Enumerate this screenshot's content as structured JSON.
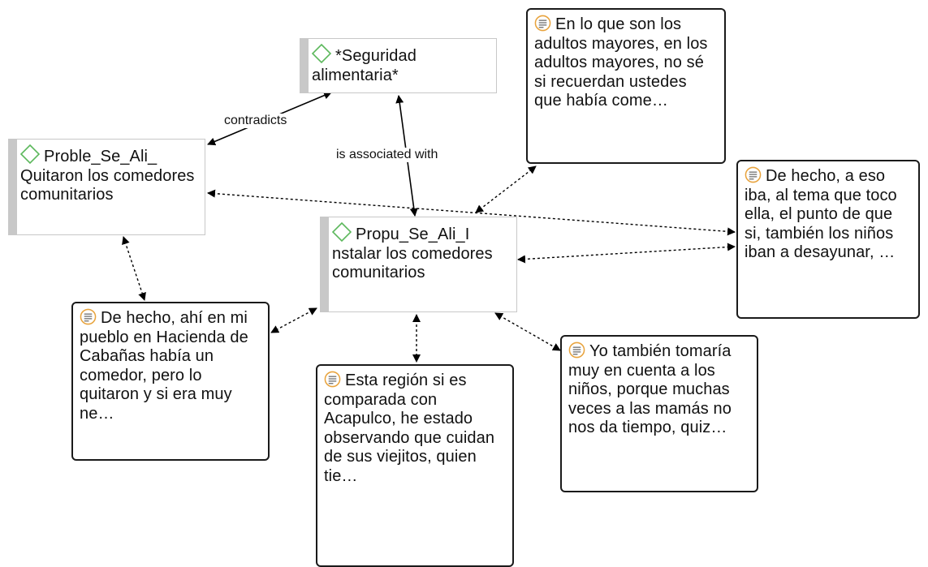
{
  "codes": {
    "seguridad": {
      "label": "*Seguridad alimentaria*",
      "icon": "code-diamond-icon"
    },
    "proble": {
      "label": "Proble_Se_Ali_ Quitaron los comedores comunitarios",
      "icon": "code-diamond-icon"
    },
    "propu": {
      "label": "Propu_Se_Ali_I nstalar los comedores comunitarios",
      "icon": "code-diamond-icon"
    }
  },
  "quotes": {
    "adultos": {
      "text": "En lo que son los adultos mayores, en los adultos mayores, no sé si recuerdan ustedes que había come…",
      "icon": "quotation-icon"
    },
    "desayunar": {
      "text": "De hecho, a eso iba, al tema que toco ella, el punto de que si, también los niños iban a desayunar, …",
      "icon": "quotation-icon"
    },
    "pueblo": {
      "text": "De hecho, ahí en mi pueblo en Hacienda de Cabañas había un comedor, pero lo quitaron y si era muy ne…",
      "icon": "quotation-icon"
    },
    "region": {
      "text": "Esta región si es comparada con Acapulco, he estado observando que cuidan de sus viejitos, quien tie…",
      "icon": "quotation-icon"
    },
    "ninos": {
      "text": "Yo también tomaría muy en cuenta a los niños, porque muchas veces a las mamás no nos da tiempo, quiz…",
      "icon": "quotation-icon"
    }
  },
  "relations": {
    "contradicts": "contradicts",
    "associated": "is associated with"
  },
  "colors": {
    "code_icon": "#5cb85c",
    "quote_icon": "#e8a33d",
    "code_border": "#c8c8c8",
    "quote_border": "#1a1a1a",
    "edge": "#000000"
  }
}
